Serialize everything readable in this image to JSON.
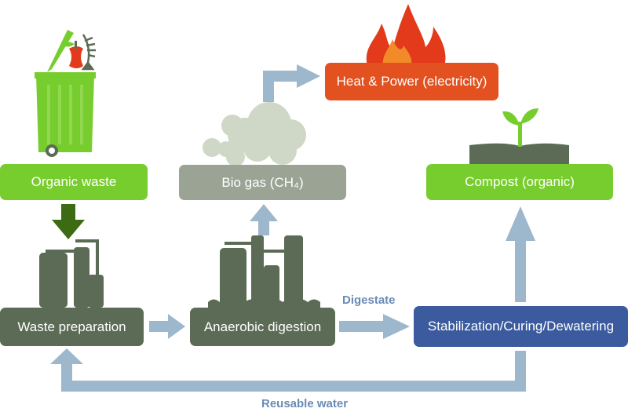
{
  "nodes": {
    "organic_waste": "Organic waste",
    "waste_preparation": "Waste preparation",
    "anaerobic_digestion": "Anaerobic digestion",
    "biogas": "Bio gas (CH₄)",
    "heat_power": "Heat & Power (electricity)",
    "stabilization": "Stabilization/Curing/Dewatering",
    "compost": "Compost (organic)"
  },
  "edge_labels": {
    "digestate": "Digestate",
    "reusable_water": "Reusable water"
  },
  "colors": {
    "green": "#78cd2e",
    "dark_green": "#3d6b14",
    "equipment": "#5b6b55",
    "gas": "#9ba394",
    "smoke": "#cfd8c6",
    "orange": "#e2511f",
    "flame": "#e23a1a",
    "blue": "#3b5b9e",
    "arrow": "#9db7cc"
  },
  "icons": [
    "trash-bin-icon",
    "apple-core-icon",
    "fish-bone-icon",
    "leaf-icon",
    "processing-tanks-icon",
    "digester-tanks-icon",
    "smoke-cloud-icon",
    "flame-icon",
    "compost-soil-icon",
    "sprout-icon"
  ]
}
